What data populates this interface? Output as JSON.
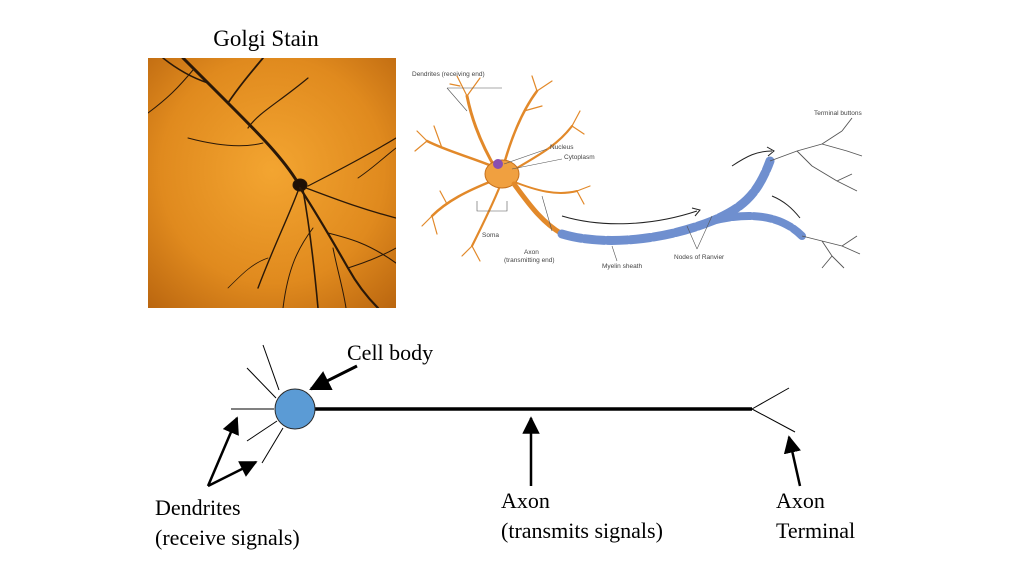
{
  "golgi": {
    "title": "Golgi Stain"
  },
  "illustration": {
    "dendrites_label": "Dendrites (receiving end)",
    "nucleus_label": "Nucleus",
    "cytoplasm_label": "Cytoplasm",
    "soma_label": "Soma",
    "axon_label_line1": "Axon",
    "axon_label_line2": "(transmitting end)",
    "myelin_label": "Myelin sheath",
    "ranvier_label": "Nodes of Ranvier",
    "terminal_buttons_label": "Terminal buttons"
  },
  "schematic": {
    "cell_body_label": "Cell body",
    "dendrites_line1": "Dendrites",
    "dendrites_line2": "(receive signals)",
    "axon_line1": "Axon",
    "axon_line2": "(transmits signals)",
    "terminal_line1": "Axon",
    "terminal_line2": "Terminal"
  },
  "colors": {
    "cell_body_fill": "#5b9bd5",
    "photo_orange": "#e08a1e",
    "myelin_blue": "#8fa8dc"
  }
}
